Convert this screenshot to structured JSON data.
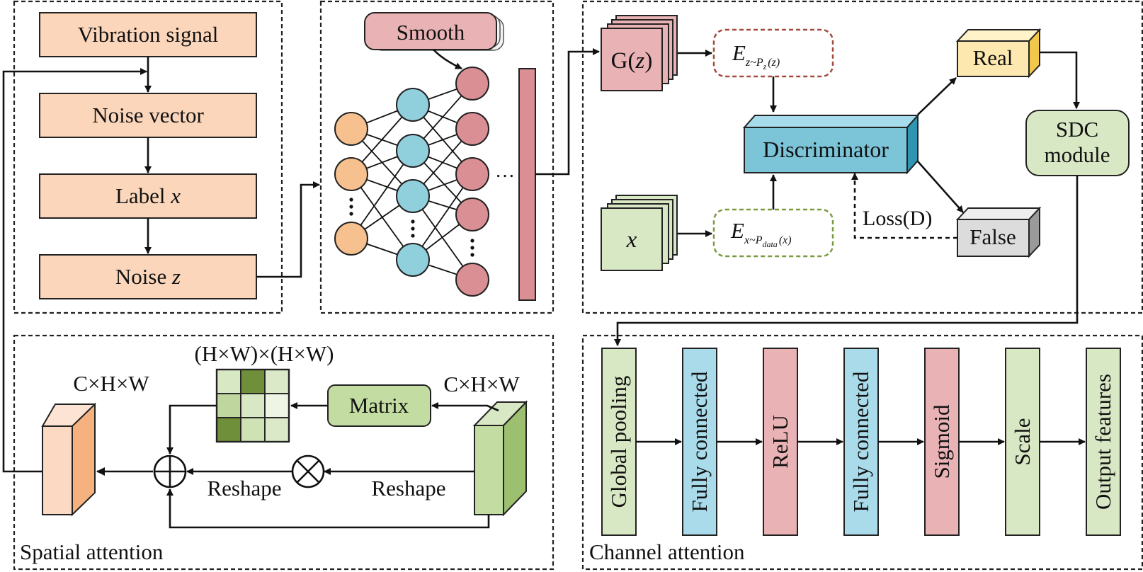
{
  "generator": {
    "inputs": [
      "Vibration signal",
      "Noise vector",
      "Label ",
      "Noise "
    ],
    "label_var": "x",
    "noise_var": "z",
    "smooth": "Smooth",
    "ellipsis": "…"
  },
  "gan": {
    "gz_prefix": "G(",
    "gz_var": "z",
    "gz_suffix": ")",
    "ez_base": "E",
    "ez_sub": "z~P",
    "ez_sub2": "z",
    "ez_tail": "(z)",
    "ex_base": "E",
    "ex_sub": "x~P",
    "ex_sub2": "data",
    "ex_tail": "(x)",
    "x_var": "x",
    "discriminator": "Discriminator",
    "real": "Real",
    "false": "False",
    "loss": "Loss(D)",
    "sdc_line1": "SDC",
    "sdc_line2": "module"
  },
  "spatial": {
    "title": "Spatial attention",
    "chw_left": "C×H×W",
    "chw_right": "C×H×W",
    "hw": "(H×W)×(H×W)",
    "matrix": "Matrix",
    "reshape_left": "Reshape",
    "reshape_right": "Reshape"
  },
  "channel": {
    "title": "Channel attention",
    "blocks": [
      "Global pooling",
      "Fully connected",
      "ReLU",
      "Fully connected",
      "Sigmoid",
      "Scale",
      "Output features"
    ]
  },
  "colors": {
    "peach": "#fbd6bb",
    "neuron_orange": "#f7c08f",
    "neuron_blue": "#90cfdc",
    "neuron_pink": "#d98f94",
    "green_light": "#d9e8c4",
    "green_dark": "#6f8f3a",
    "blue_block": "#a9dbea",
    "pink_block": "#e9b3b5",
    "yellow_real": "#fde9b0",
    "gray_false": "#dcdcdc",
    "discriminator": "#7cc4d8"
  }
}
